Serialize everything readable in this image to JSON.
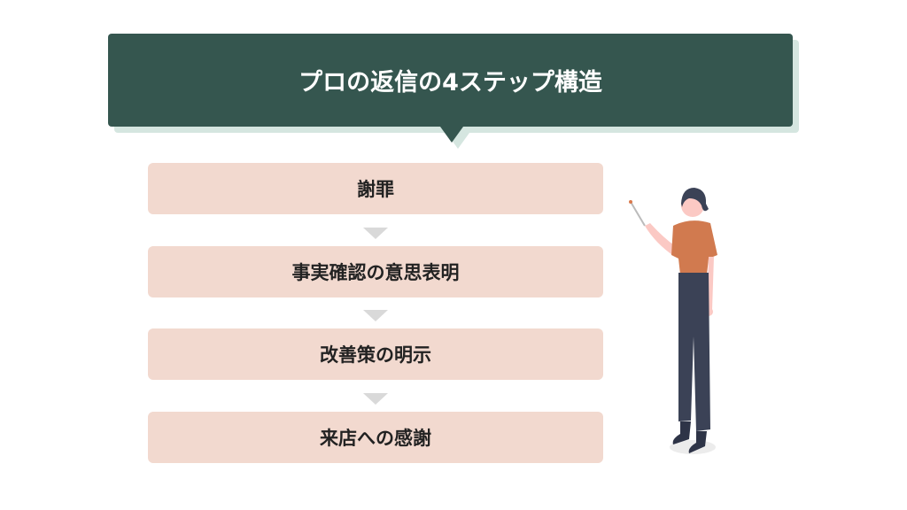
{
  "title": "プロの返信の4ステップ構造",
  "steps": [
    {
      "label": "謝罪"
    },
    {
      "label": "事実確認の意思表明"
    },
    {
      "label": "改善策の明示"
    },
    {
      "label": "来店への感謝"
    }
  ],
  "colors": {
    "banner": "#35564f",
    "banner_shadow": "#d5e6e0",
    "step_bg": "#f2d9cf",
    "arrow": "#d9d9d9"
  }
}
